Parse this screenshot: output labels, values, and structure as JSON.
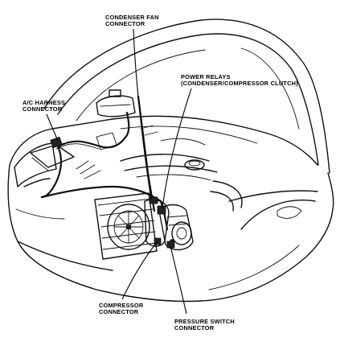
{
  "labels": {
    "condenser_fan_connector": [
      "CONDENSER FAN",
      "CONNECTOR"
    ],
    "power_relays": [
      "POWER RELAYS",
      "(CONDENSER/COMPRESSOR CLUTCH)"
    ],
    "ac_harness_connector": [
      "A/C HARNESS",
      "CONNECTOR"
    ],
    "compressor_connector": [
      "COMPRESSOR",
      "CONNECTOR"
    ],
    "pressure_switch_connector": [
      "PRESSURE SWITCH",
      "CONNECTOR"
    ]
  }
}
